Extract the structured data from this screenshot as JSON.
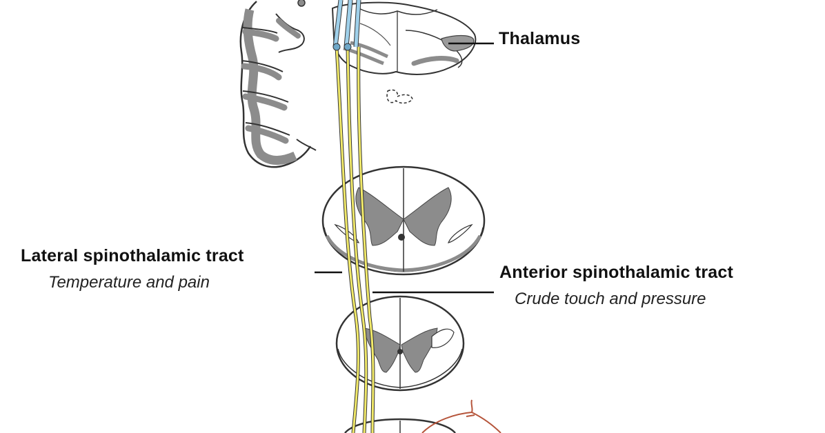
{
  "labels": {
    "thalamus": "Thalamus",
    "lateral_tract": "Lateral spinothalamic tract",
    "lateral_function": "Temperature and pain",
    "anterior_tract": "Anterior spinothalamic tract",
    "anterior_function": "Crude touch and pressure"
  },
  "colors": {
    "ascending_tract": "#f2ea6a",
    "thalamic_projection": "#9fd0ea",
    "sensory_neuron": "#b5543a",
    "gray_matter": "#8c8c8c"
  }
}
